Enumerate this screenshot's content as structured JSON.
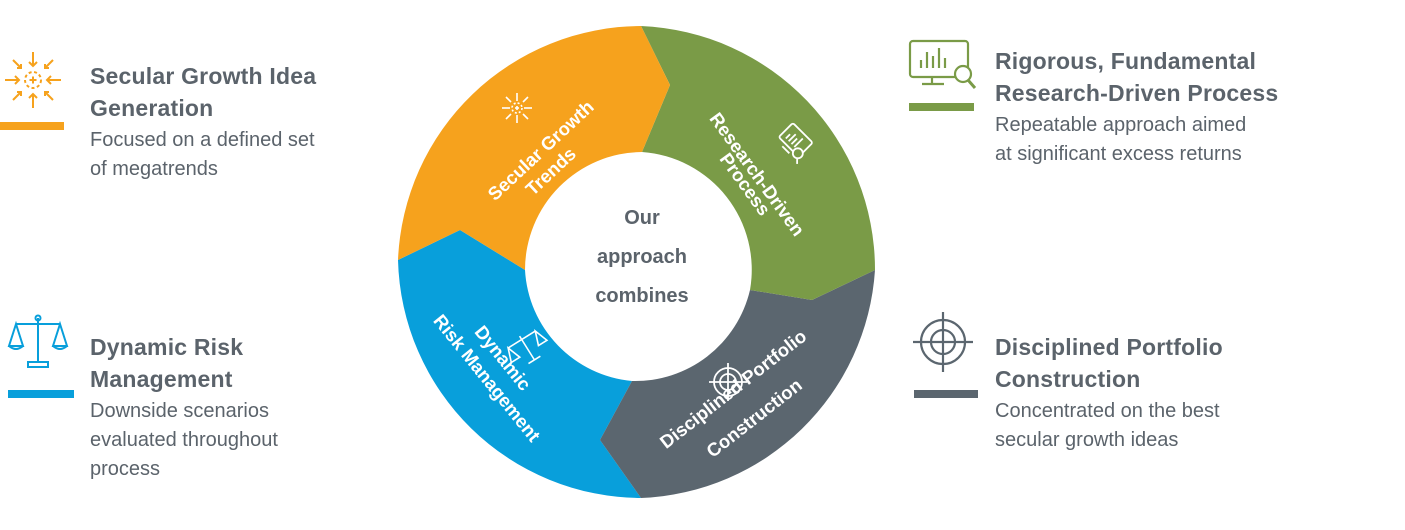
{
  "colors": {
    "orange": "#f6a21d",
    "green": "#7a9b47",
    "gray": "#5b666f",
    "blue": "#089fdb",
    "text": "#5b636b"
  },
  "center": {
    "lines": [
      "Our",
      "approach",
      "combines"
    ]
  },
  "wheel": {
    "segments": [
      {
        "lines": [
          "Secular Growth",
          "Trends"
        ],
        "icon": "growth-burst-icon",
        "color": "orange"
      },
      {
        "lines": [
          "Research-Driven",
          "Process"
        ],
        "icon": "research-chart-icon",
        "color": "green"
      },
      {
        "lines": [
          "Disciplined Portfolio",
          "Construction"
        ],
        "icon": "crosshair-target-icon",
        "color": "gray"
      },
      {
        "lines": [
          "Dynamic",
          "Risk Management"
        ],
        "icon": "balance-scale-icon",
        "color": "blue"
      }
    ]
  },
  "callouts": {
    "secular": {
      "title_lines": [
        "Secular Growth Idea",
        "Generation"
      ],
      "desc_lines": [
        "Focused on a defined set",
        "of megatrends"
      ],
      "icon": "growth-burst-icon",
      "color": "orange"
    },
    "research": {
      "title_lines": [
        "Rigorous, Fundamental",
        "Research-Driven Process"
      ],
      "desc_lines": [
        "Repeatable approach aimed",
        "at significant excess returns"
      ],
      "icon": "research-chart-icon",
      "color": "green"
    },
    "risk": {
      "title_lines": [
        "Dynamic Risk",
        "Management"
      ],
      "desc_lines": [
        "Downside scenarios",
        "evaluated throughout",
        "process"
      ],
      "icon": "balance-scale-icon",
      "color": "blue"
    },
    "portfolio": {
      "title_lines": [
        "Disciplined Portfolio",
        "Construction"
      ],
      "desc_lines": [
        "Concentrated on the best",
        "secular growth ideas"
      ],
      "icon": "crosshair-target-icon",
      "color": "gray"
    }
  }
}
